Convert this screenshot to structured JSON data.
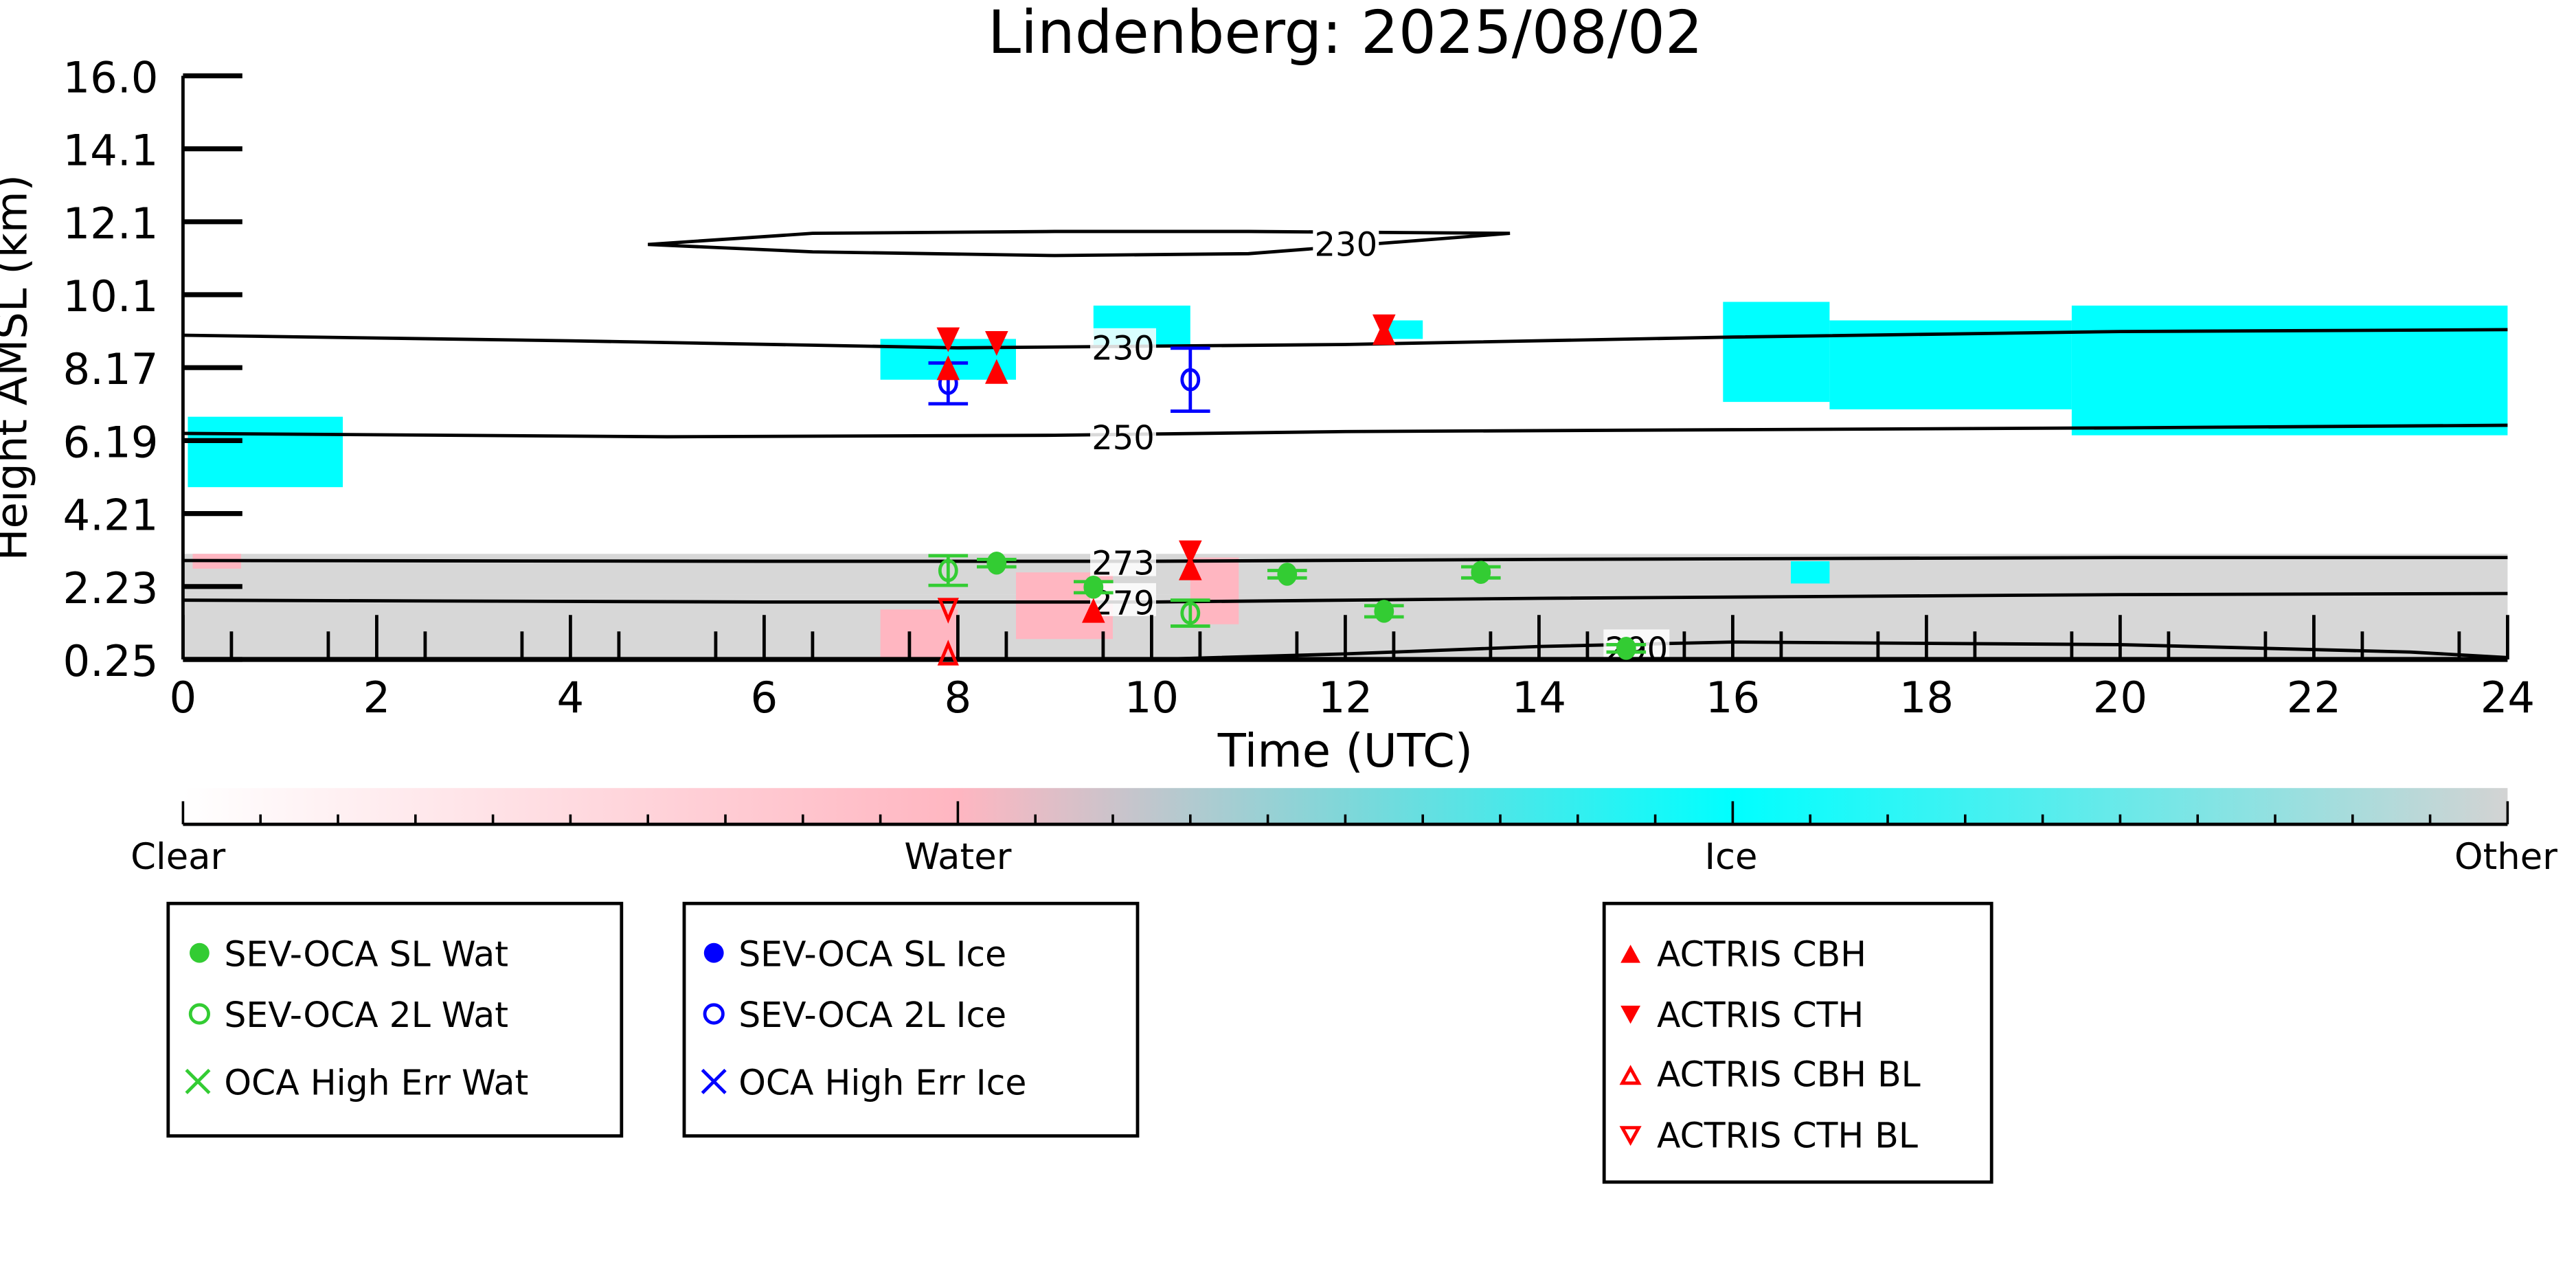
{
  "chart_data": {
    "type": "scatter",
    "title": "Lindenberg: 2025/08/02",
    "xlabel": "Time (UTC)",
    "ylabel": "Height AMSL (km)",
    "xlim": [
      0,
      24
    ],
    "ylim": [
      0.25,
      16.0
    ],
    "xticks": [
      "0",
      "2",
      "4",
      "6",
      "8",
      "10",
      "12",
      "14",
      "16",
      "18",
      "20",
      "22",
      "24"
    ],
    "yticks": [
      "0.25",
      "2.23",
      "4.21",
      "6.19",
      "8.17",
      "10.1",
      "12.1",
      "14.1",
      "16.0"
    ],
    "colorbar": {
      "labels": [
        "Clear",
        "Water",
        "Ice",
        "Other"
      ],
      "colors": [
        "#ffffff",
        "#ffb6c1",
        "#00ffff",
        "#d3d3d3"
      ]
    },
    "phase_regions": [
      {
        "phase": "Other",
        "t0": 0,
        "t1": 24,
        "h0": 0.25,
        "h1": 2.0
      },
      {
        "phase": "Other",
        "t0": 0,
        "t1": 24,
        "h0": 2.0,
        "h1": 3.1
      },
      {
        "phase": "Water",
        "t0": 0.1,
        "t1": 0.6,
        "h0": 2.7,
        "h1": 3.1
      },
      {
        "phase": "Water",
        "t0": 7.2,
        "t1": 8.0,
        "h0": 0.3,
        "h1": 1.6
      },
      {
        "phase": "Water",
        "t0": 8.6,
        "t1": 9.6,
        "h0": 0.8,
        "h1": 2.6
      },
      {
        "phase": "Water",
        "t0": 10.4,
        "t1": 10.9,
        "h0": 1.2,
        "h1": 3.0
      },
      {
        "phase": "Ice",
        "t0": 0.05,
        "t1": 1.65,
        "h0": 4.9,
        "h1": 6.8
      },
      {
        "phase": "Ice",
        "t0": 7.2,
        "t1": 8.6,
        "h0": 7.8,
        "h1": 8.9
      },
      {
        "phase": "Ice",
        "t0": 9.4,
        "t1": 10.4,
        "h0": 8.7,
        "h1": 9.8
      },
      {
        "phase": "Ice",
        "t0": 12.4,
        "t1": 12.8,
        "h0": 8.9,
        "h1": 9.4
      },
      {
        "phase": "Ice",
        "t0": 15.9,
        "t1": 17.0,
        "h0": 7.2,
        "h1": 9.9
      },
      {
        "phase": "Ice",
        "t0": 17.0,
        "t1": 19.5,
        "h0": 7.0,
        "h1": 9.4
      },
      {
        "phase": "Ice",
        "t0": 19.5,
        "t1": 24,
        "h0": 6.3,
        "h1": 9.8
      },
      {
        "phase": "Ice",
        "t0": 16.6,
        "t1": 17.0,
        "h0": 2.3,
        "h1": 2.9
      }
    ],
    "contours": [
      {
        "label": "230",
        "points": [
          [
            0,
            9.0
          ],
          [
            4,
            8.85
          ],
          [
            8,
            8.66
          ],
          [
            12,
            8.75
          ],
          [
            16,
            8.95
          ],
          [
            20,
            9.1
          ],
          [
            24,
            9.15
          ]
        ],
        "label_at": [
          9.4,
          8.7
        ]
      },
      {
        "label": "230",
        "closed": true,
        "points": [
          [
            4.8,
            11.45
          ],
          [
            6.5,
            11.75
          ],
          [
            9,
            11.8
          ],
          [
            11,
            11.8
          ],
          [
            13.7,
            11.75
          ],
          [
            11,
            11.2
          ],
          [
            9,
            11.15
          ],
          [
            6.5,
            11.25
          ],
          [
            4.8,
            11.45
          ]
        ],
        "label_at": [
          11.7,
          11.5
        ]
      },
      {
        "label": "250",
        "points": [
          [
            0,
            6.35
          ],
          [
            5,
            6.26
          ],
          [
            9,
            6.3
          ],
          [
            12,
            6.4
          ],
          [
            16,
            6.45
          ],
          [
            20,
            6.5
          ],
          [
            24,
            6.57
          ]
        ],
        "label_at": [
          9.4,
          6.28
        ]
      },
      {
        "label": "273",
        "points": [
          [
            0,
            2.92
          ],
          [
            6,
            2.9
          ],
          [
            10,
            2.9
          ],
          [
            14,
            2.95
          ],
          [
            20,
            3.0
          ],
          [
            24,
            3.0
          ]
        ],
        "label_at": [
          9.4,
          2.9
        ]
      },
      {
        "label": "279",
        "points": [
          [
            0,
            1.85
          ],
          [
            6,
            1.8
          ],
          [
            10,
            1.8
          ],
          [
            14,
            1.9
          ],
          [
            20,
            2.0
          ],
          [
            24,
            2.03
          ]
        ],
        "label_at": [
          9.4,
          1.82
        ]
      },
      {
        "label": "290",
        "points": [
          [
            10,
            0.25
          ],
          [
            12,
            0.4
          ],
          [
            14,
            0.6
          ],
          [
            16,
            0.72
          ],
          [
            20,
            0.65
          ],
          [
            23,
            0.45
          ],
          [
            24,
            0.3
          ]
        ],
        "label_at": [
          14.7,
          0.57
        ]
      }
    ],
    "series": [
      {
        "name": "SEV-OCA SL Wat",
        "marker": "filled-circle",
        "color": "#33cc33",
        "points": [
          [
            8.4,
            2.85,
            0.1
          ],
          [
            9.4,
            2.2,
            0.15
          ],
          [
            11.4,
            2.55,
            0.1
          ],
          [
            12.4,
            1.55,
            0.15
          ],
          [
            13.4,
            2.6,
            0.15
          ],
          [
            14.9,
            0.55,
            0.1
          ]
        ]
      },
      {
        "name": "SEV-OCA 2L Wat",
        "marker": "open-circle",
        "color": "#33cc33",
        "points": [
          [
            7.9,
            2.65,
            0.4
          ],
          [
            10.4,
            1.5,
            0.35
          ]
        ]
      },
      {
        "name": "OCA High Err Wat",
        "marker": "x",
        "color": "#33cc33",
        "points": []
      },
      {
        "name": "SEV-OCA SL Ice",
        "marker": "filled-circle",
        "color": "#0000ff",
        "points": []
      },
      {
        "name": "SEV-OCA 2L Ice",
        "marker": "open-circle",
        "color": "#0000ff",
        "points": [
          [
            7.9,
            7.7,
            0.55
          ],
          [
            10.4,
            7.8,
            0.85
          ]
        ]
      },
      {
        "name": "OCA High Err Ice",
        "marker": "x",
        "color": "#0000ff",
        "points": []
      },
      {
        "name": "ACTRIS CBH",
        "marker": "filled-up",
        "color": "#ff0000",
        "points": [
          [
            7.9,
            8.1
          ],
          [
            8.4,
            8.0
          ],
          [
            9.4,
            1.55
          ],
          [
            10.4,
            2.7
          ],
          [
            12.4,
            9.05
          ]
        ]
      },
      {
        "name": "ACTRIS CTH",
        "marker": "filled-down",
        "color": "#ff0000",
        "points": [
          [
            7.9,
            8.9
          ],
          [
            8.4,
            8.8
          ],
          [
            10.4,
            3.15
          ],
          [
            12.4,
            9.25
          ]
        ]
      },
      {
        "name": "ACTRIS CBH BL",
        "marker": "open-up",
        "color": "#ff0000",
        "points": [
          [
            7.9,
            0.4
          ]
        ]
      },
      {
        "name": "ACTRIS CTH BL",
        "marker": "open-down",
        "color": "#ff0000",
        "points": [
          [
            7.9,
            1.6
          ]
        ]
      }
    ]
  }
}
